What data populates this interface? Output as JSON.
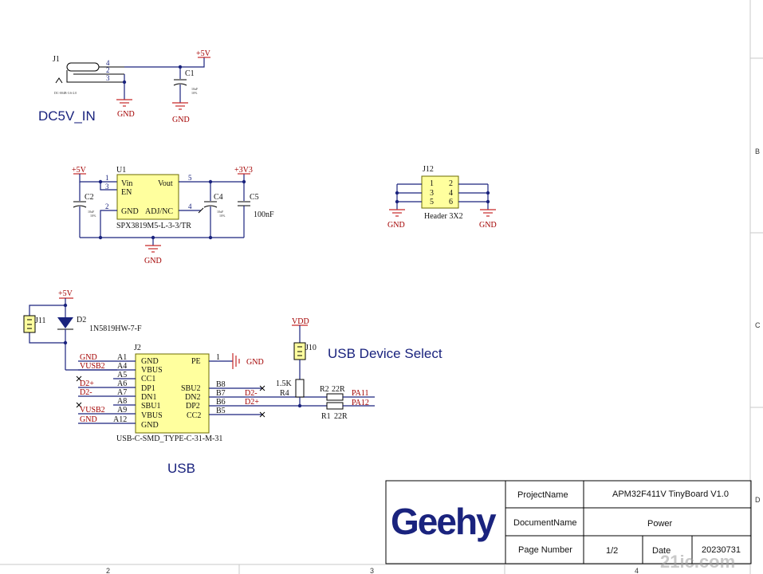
{
  "power_in": {
    "connector_ref": "J1",
    "connector_part": "DC-004B-3.6-2.0",
    "pins": [
      "4",
      "2",
      "3"
    ],
    "net_top": "+5V",
    "cap_ref": "C1",
    "cap_value": "10uF",
    "cap_tol": "10%",
    "gnd_left": "GND",
    "gnd_right": "GND",
    "title": "DC5V_IN"
  },
  "regulator": {
    "ref": "U1",
    "part": "SPX3819M5-L-3-3/TR",
    "pin_vin": "Vin",
    "pin_en": "EN",
    "pin_vout": "Vout",
    "pin_gnd": "GND",
    "pin_adj": "ADJ/NC",
    "pinnum_1": "1",
    "pinnum_3": "3",
    "pinnum_2": "2",
    "pinnum_5": "5",
    "pinnum_4": "4",
    "net_in": "+5V",
    "net_out": "+3V3",
    "c2_ref": "C2",
    "c2_value": "10uF",
    "c2_tol": "10%",
    "c4_ref": "C4",
    "c4_value": "10uF",
    "c4_tol": "10%",
    "c5_ref": "C5",
    "c5_value": "100nF",
    "gnd": "GND"
  },
  "header": {
    "ref": "J12",
    "part": "Header 3X2",
    "pins": [
      "1",
      "2",
      "3",
      "4",
      "5",
      "6"
    ],
    "gnd_left": "GND",
    "gnd_right": "GND"
  },
  "usb": {
    "net_5v": "+5V",
    "diode_ref": "D2",
    "diode_part": "1N5819HW-7-F",
    "jumper11_ref": "J11",
    "conn_ref": "J2",
    "conn_part": "USB-C-SMD_TYPE-C-31-M-31",
    "left_pins": [
      {
        "net": "GND",
        "num": "A1",
        "name": "GND"
      },
      {
        "net": "VUSB2",
        "num": "A4",
        "name": "VBUS"
      },
      {
        "net": "",
        "num": "A5",
        "name": "CC1"
      },
      {
        "net": "D2+",
        "num": "A6",
        "name": "DP1"
      },
      {
        "net": "D2-",
        "num": "A7",
        "name": "DN1"
      },
      {
        "net": "",
        "num": "A8",
        "name": "SBU1"
      },
      {
        "net": "VUSB2",
        "num": "A9",
        "name": "VBUS"
      },
      {
        "net": "GND",
        "num": "A12",
        "name": "GND"
      }
    ],
    "right_pins": [
      {
        "name": "PE",
        "num": "1",
        "net": ""
      },
      {
        "name": "SBU2",
        "num": "B8",
        "net": ""
      },
      {
        "name": "DN2",
        "num": "B7",
        "net": "D2-"
      },
      {
        "name": "DP2",
        "num": "B6",
        "net": "D2+"
      },
      {
        "name": "CC2",
        "num": "B5",
        "net": ""
      }
    ],
    "pe_gnd": "GND",
    "vdd": "VDD",
    "jumper10_ref": "J10",
    "r4_value": "1.5K",
    "r4_ref": "R4",
    "r2_ref": "R2",
    "r2_value": "22R",
    "r1_ref": "R1",
    "r1_value": "22R",
    "net_pa11": "PA11",
    "net_pa12": "PA12",
    "device_select_title": "USB Device Select",
    "title": "USB"
  },
  "title_block": {
    "logo": "Geehy",
    "project_label": "ProjectName",
    "project_value": "APM32F411V TinyBoard  V1.0",
    "document_label": "DocumentName",
    "document_value": "Power",
    "page_label": "Page Number",
    "page_value": "1/2",
    "date_label": "Date",
    "date_value": "20230731"
  },
  "border": {
    "bottom_marks": [
      "2",
      "3",
      "4"
    ],
    "right_marks": [
      "B",
      "C",
      "D"
    ]
  },
  "watermark": "21ic.com",
  "colors": {
    "wire": "#1a237e",
    "net_label": "#a30000",
    "chip_fill": "#ffff9e"
  }
}
